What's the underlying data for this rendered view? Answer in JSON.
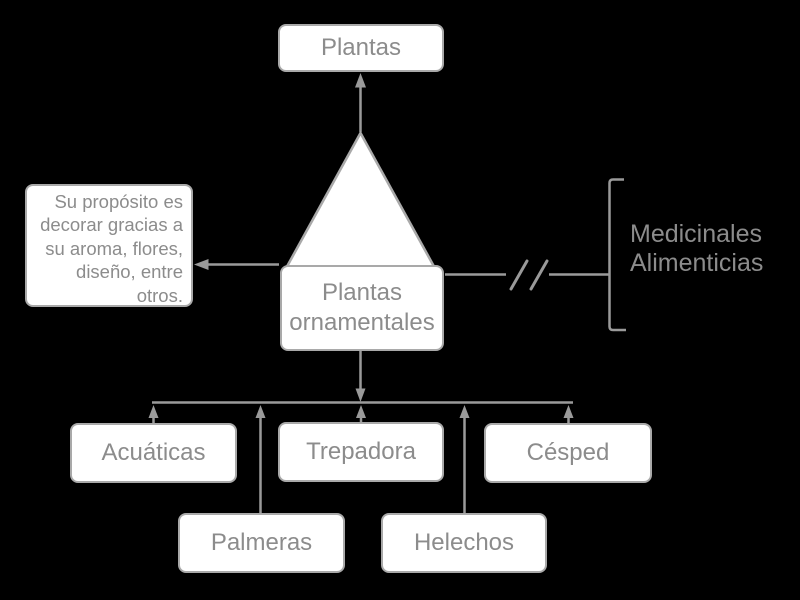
{
  "diagram": {
    "title_node": {
      "label": "Plantas"
    },
    "center_node": {
      "label": "Plantas ornamentales"
    },
    "note": {
      "lines": [
        "Su propósito es",
        "decorar gracias a",
        "su aroma, flores,",
        "diseño, entre",
        "otros."
      ]
    },
    "excluded_group": {
      "labels": [
        "Medicinales",
        "Alimenticias"
      ]
    },
    "children": [
      {
        "label": "Acuáticas"
      },
      {
        "label": "Trepadora"
      },
      {
        "label": "Césped"
      },
      {
        "label": "Palmeras"
      },
      {
        "label": "Helechos"
      }
    ],
    "colors": {
      "background": "#000000",
      "node_fill": "#ffffff",
      "node_border": "#a9a9a9",
      "text": "#8c8c8c",
      "connector": "#9a9a9a"
    }
  }
}
